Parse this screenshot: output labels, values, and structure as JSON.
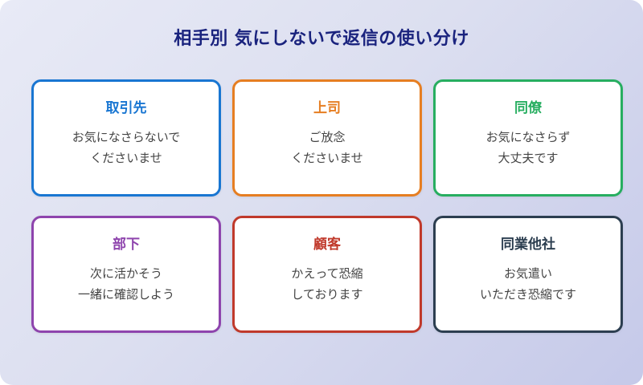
{
  "title": "相手別 気にしないで返信の使い分け",
  "colors": {
    "title": "#1a237e",
    "background_start": "#e8eaf6",
    "background_end": "#c5c9e9"
  },
  "cards": [
    {
      "label": "取引先",
      "color": "#1976d2",
      "lines": [
        "お気になさらないで",
        "くださいませ"
      ]
    },
    {
      "label": "上司",
      "color": "#e67e22",
      "lines": [
        "ご放念",
        "くださいませ"
      ]
    },
    {
      "label": "同僚",
      "color": "#27ae60",
      "lines": [
        "お気になさらず",
        "大丈夫です"
      ]
    },
    {
      "label": "部下",
      "color": "#8e44ad",
      "lines": [
        "次に活かそう",
        "一緒に確認しよう"
      ]
    },
    {
      "label": "顧客",
      "color": "#c0392b",
      "lines": [
        "かえって恐縮",
        "しております"
      ]
    },
    {
      "label": "同業他社",
      "color": "#2c3e50",
      "lines": [
        "お気遣い",
        "いただき恐縮です"
      ]
    }
  ]
}
